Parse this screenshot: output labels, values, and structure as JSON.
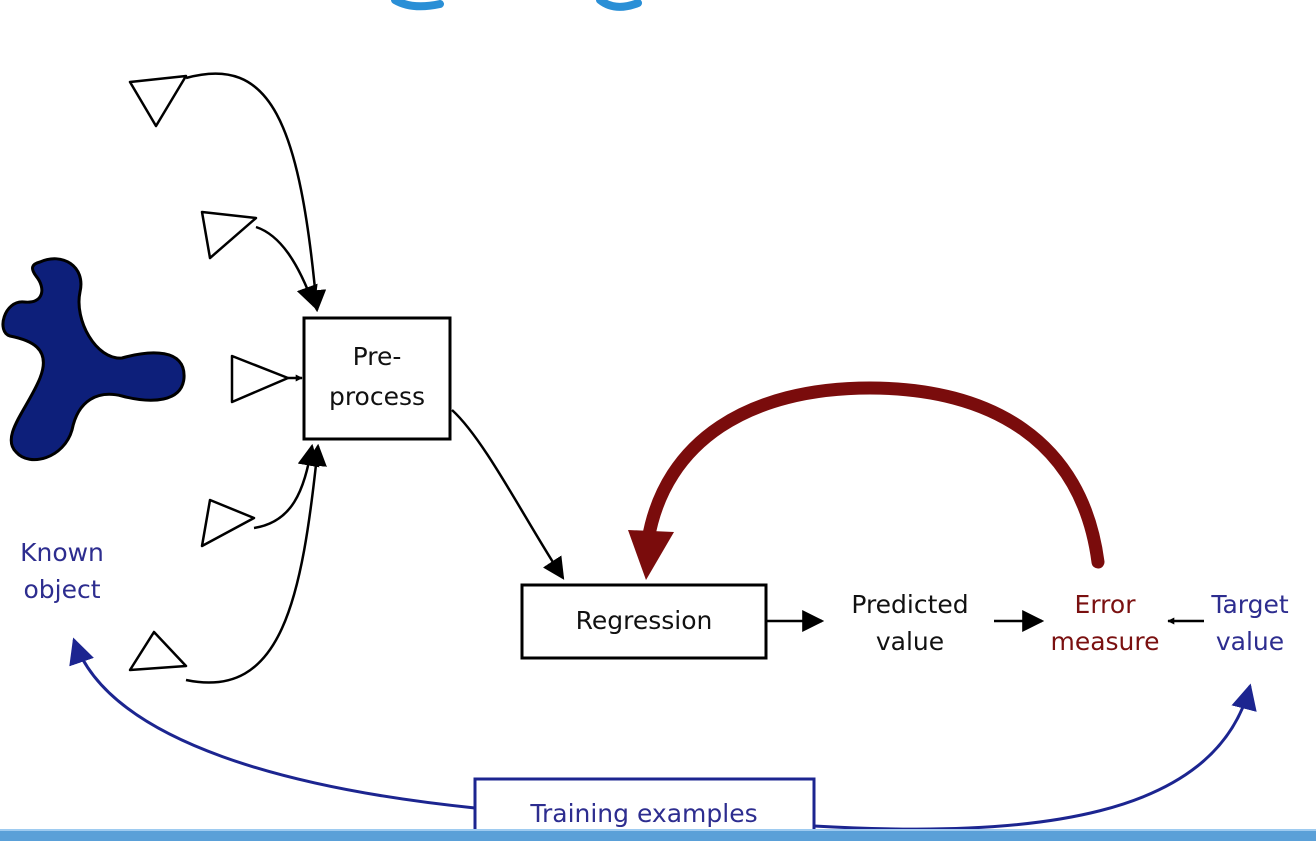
{
  "diagram": {
    "nodes": {
      "preprocess": {
        "line1": "Pre-",
        "line2": "process"
      },
      "regression": {
        "label": "Regression"
      },
      "training": {
        "label": "Training examples"
      },
      "known_object": {
        "line1": "Known",
        "line2": "object"
      },
      "predicted": {
        "line1": "Predicted",
        "line2": "value"
      },
      "error": {
        "line1": "Error",
        "line2": "measure"
      },
      "target": {
        "line1": "Target",
        "line2": "value"
      }
    },
    "colors": {
      "title": "#2a8fd6",
      "object": "#0d1f7a",
      "known_label": "#2d2d8f",
      "error": "#7a1010",
      "feedback": "#7a0c0c",
      "training_arrow": "#1c2590",
      "text": "#111111",
      "strip": "#5aa0d8"
    }
  }
}
